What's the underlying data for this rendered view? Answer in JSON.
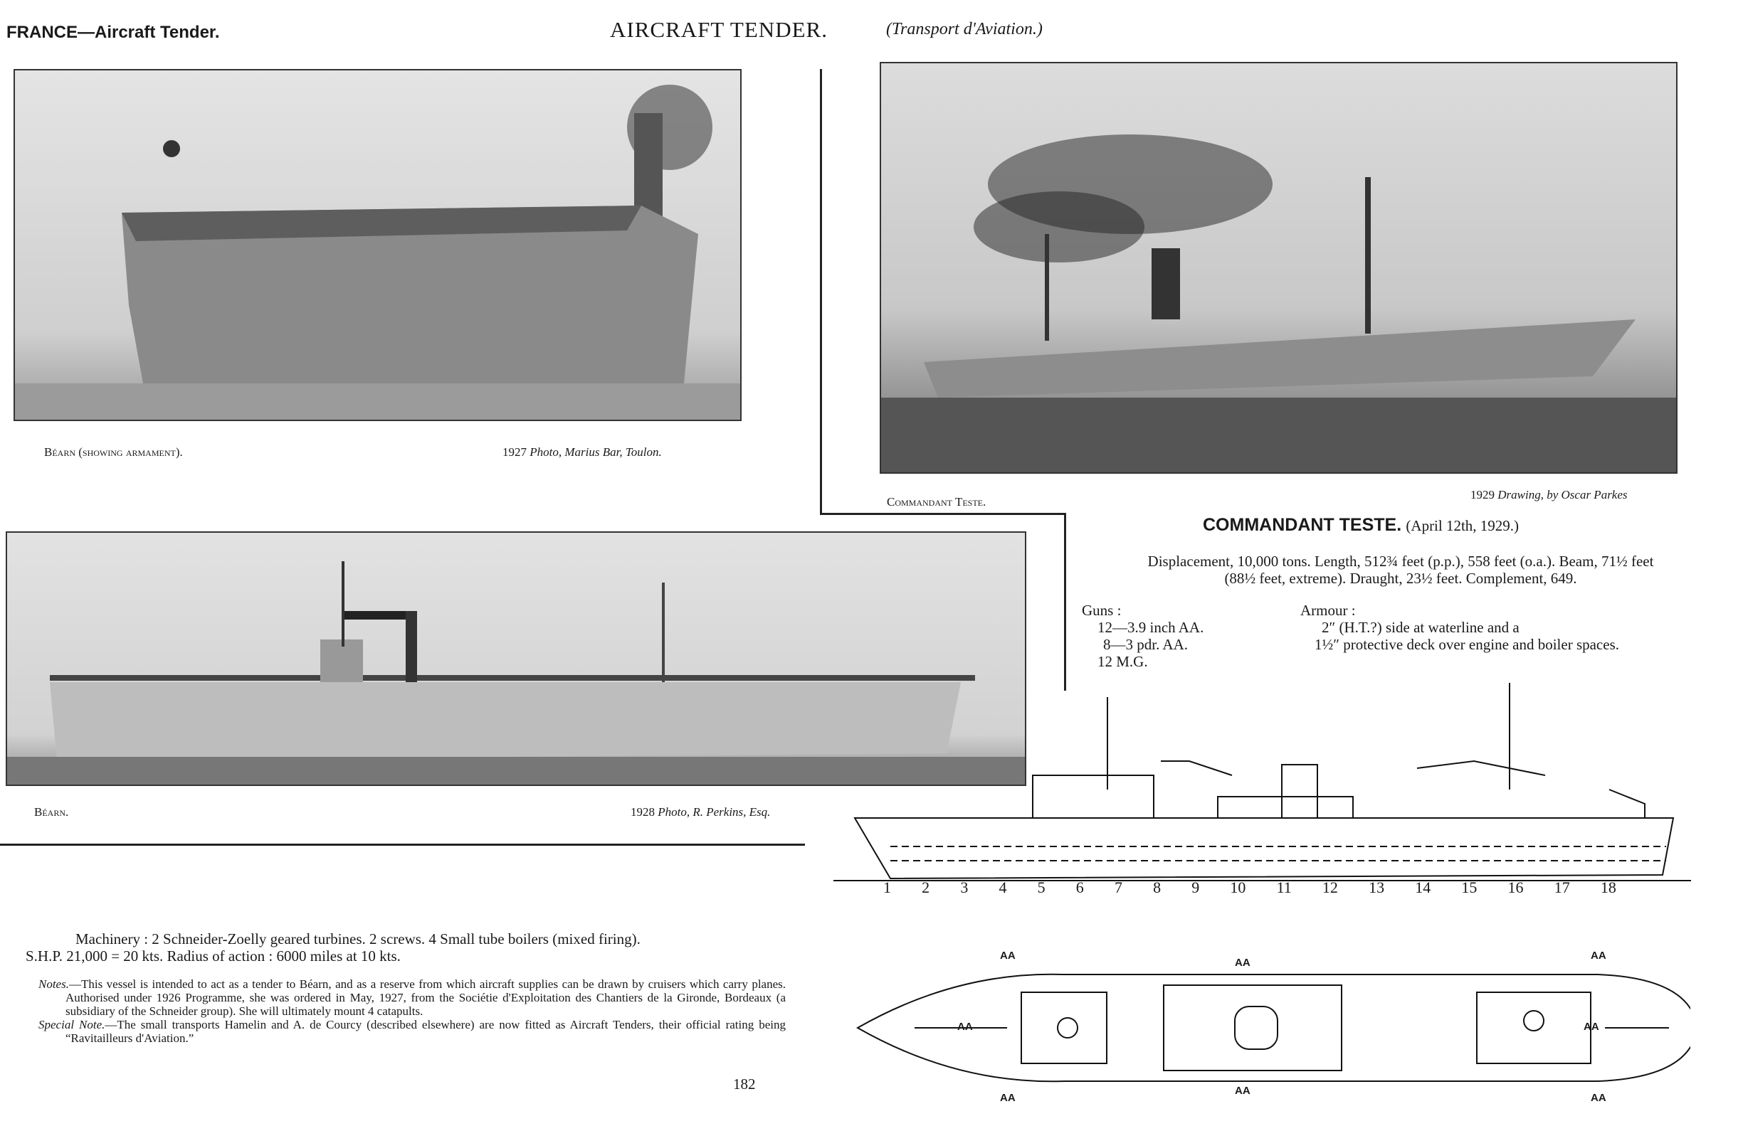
{
  "header": {
    "left": "FRANCE—Aircraft Tender.",
    "center": "AIRCRAFT  TENDER.",
    "center_sub": "(Transport d'Aviation.)"
  },
  "photos": [
    {
      "caption": "Béarn (showing armament).",
      "credit_year": "1927",
      "credit": "Photo, Marius Bar, Toulon."
    },
    {
      "caption": "Commandant Teste.",
      "credit_year": "1929",
      "credit": "Drawing, by Oscar Parkes"
    },
    {
      "caption": "Béarn.",
      "credit_year": "1928",
      "credit": "Photo, R. Perkins, Esq."
    }
  ],
  "ship": {
    "name": "COMMANDANT TESTE.",
    "launch": "(April 12th, 1929.)",
    "particulars_1": "Displacement, 10,000 tons.  Length, 512¾ feet (p.p.), 558 feet (o.a.).  Beam, 71½ feet",
    "particulars_2": "(88½ feet, extreme).  Draught, 23½ feet.  Complement, 649.",
    "guns_label": "Guns :",
    "guns": [
      "12—3.9 inch AA.",
      "8—3 pdr. AA.",
      "12 M.G."
    ],
    "armour_label": "Armour :",
    "armour": [
      "2″ (H.T.?) side at waterline and a",
      "1½″ protective deck over engine and boiler spaces."
    ]
  },
  "machinery": {
    "line1": "Machinery : 2 Schneider-Zoelly geared turbines.  2 screws.  4 Small tube boilers (mixed firing).",
    "line2": "S.H.P. 21,000 = 20 kts.   Radius of action : 6000 miles at 10 kts."
  },
  "notes": {
    "label": "Notes.",
    "text": "—This vessel is intended to act as a tender to Béarn, and as a reserve from which aircraft supplies can be drawn by cruisers which carry planes.  Authorised under 1926 Programme, she was ordered in May, 1927, from the Sociétie d'Exploitation des Chantiers de la Gironde, Bordeaux (a subsidiary of the Schneider group).  She will ultimately mount 4 catapults.",
    "special_label": "Special Note.",
    "special_text": "—The small transports Hamelin and A. de Courcy (described elsewhere) are now fitted as Aircraft Tenders, their official rating being “Ravitailleurs d'Aviation.”"
  },
  "profile": {
    "sections": [
      "1",
      "2",
      "3",
      "4",
      "5",
      "6",
      "7",
      "8",
      "9",
      "10",
      "11",
      "12",
      "13",
      "14",
      "15",
      "16",
      "17",
      "18"
    ]
  },
  "plan": {
    "gun_label": "AA"
  },
  "page_number": "182"
}
